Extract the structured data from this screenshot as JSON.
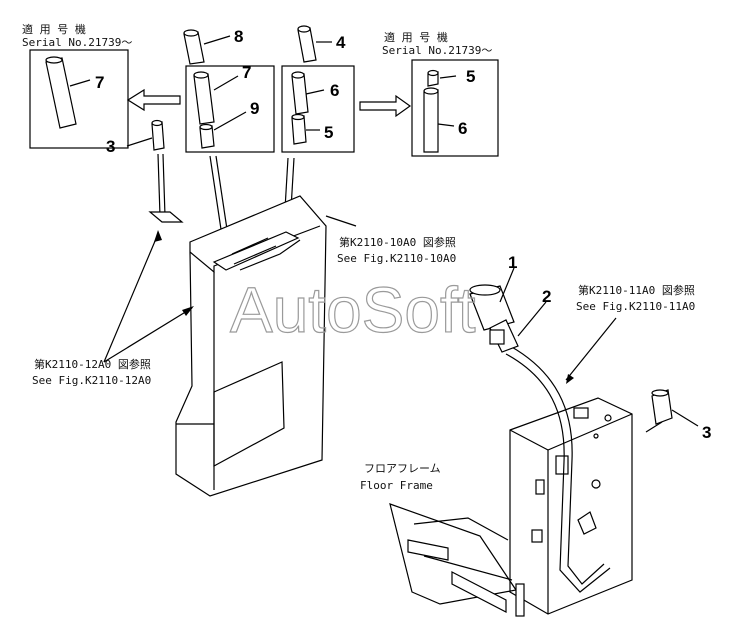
{
  "callouts": {
    "serial_left_jp": "適 用 号 機",
    "serial_left_en": "Serial No.21739～",
    "serial_right_jp": "適 用 号 機",
    "serial_right_en": "Serial No.21739～",
    "ref_10a0_jp": "第K2110-10A0 図参照",
    "ref_10a0_en": "See Fig.K2110-10A0",
    "ref_11a0_jp": "第K2110-11A0 図参照",
    "ref_11a0_en": "See Fig.K2110-11A0",
    "ref_12a0_jp": "第K2110-12A0 図参照",
    "ref_12a0_en": "See Fig.K2110-12A0",
    "floor_frame_jp": "フロアフレーム",
    "floor_frame_en": "Floor Frame"
  },
  "part_numbers": {
    "p8": "8",
    "p4": "4",
    "p7a": "7",
    "p7b": "7",
    "p9": "9",
    "p6a": "6",
    "p5a": "5",
    "p5b": "5",
    "p6b": "6",
    "p3a": "3",
    "p1": "1",
    "p2": "2",
    "p3b": "3"
  },
  "watermark": "AutoSoft"
}
